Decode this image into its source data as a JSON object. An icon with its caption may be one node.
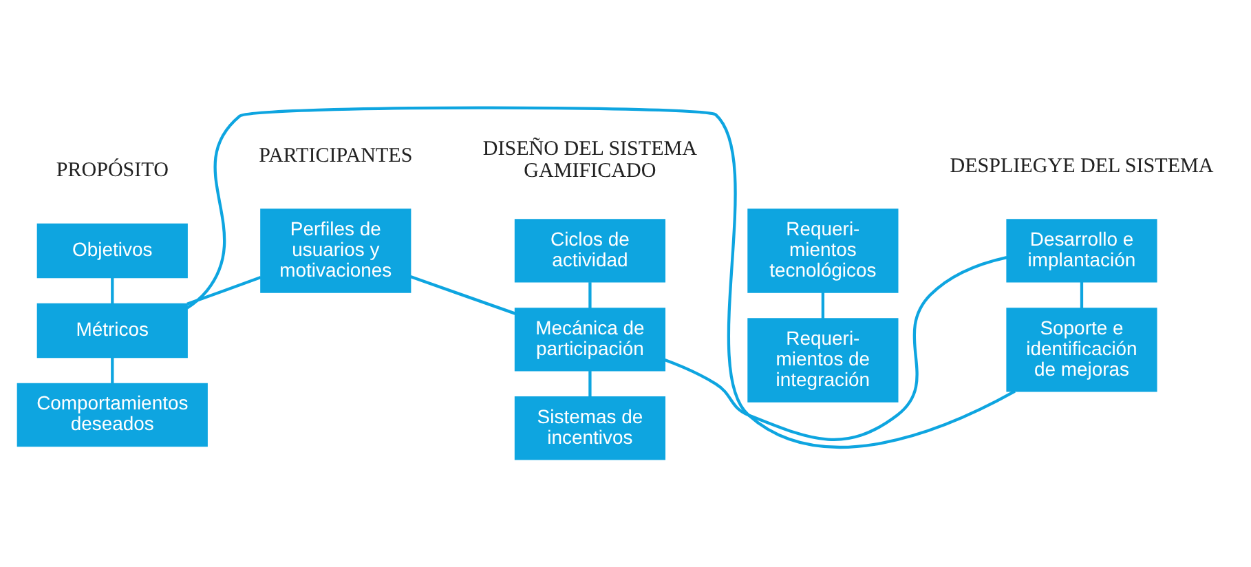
{
  "diagram": {
    "nodes": [
      {
        "text": [
          "Objetivos"
        ]
      },
      {
        "text": [
          "Métricos"
        ]
      },
      {
        "text": [
          "Comportamientos deseados"
        ]
      },
      {
        "text": [
          "Perfiles de usuarios y motivaciones"
        ]
      },
      {
        "text": [
          "Ciclos de actividad"
        ]
      },
      {
        "text": [
          "Mecánica de participación"
        ]
      },
      {
        "text": [
          "Sistemas de incentivos"
        ]
      },
      {
        "text": [
          "Requeri- mientos tecnológicos"
        ]
      },
      {
        "text": [
          "Requeri- mientos de integración"
        ]
      },
      {
        "text": [
          "Desarrollo e implantación"
        ]
      },
      {
        "text": [
          "Soporte e identificación de mejoras"
        ]
      }
    ],
    "edges": [
      {
        "from": 0,
        "to": 1,
        "arrow": "none"
      },
      {
        "from": 1,
        "to": 2,
        "arrow": "none"
      },
      {
        "from": 1,
        "to": 3,
        "arrow": "none"
      },
      {
        "from": 3,
        "to": 5,
        "arrow": "none"
      },
      {
        "from": 4,
        "to": 5,
        "arrow": "none"
      },
      {
        "from": 5,
        "to": 6,
        "arrow": "none"
      },
      {
        "from": 7,
        "to": 8,
        "arrow": "none"
      },
      {
        "from": 5,
        "to": 9,
        "arrow": "none"
      },
      {
        "from": 9,
        "to": 10,
        "arrow": "none"
      },
      {
        "from": 10,
        "to": 1,
        "arrow": "none"
      }
    ],
    "labels": [
      "PROPÓSITO",
      "PARTICIPANTES",
      "DISEÑO DEL SISTEMA GAMIFICADO",
      "DESPLIEGYE DEL SISTEMA"
    ]
  }
}
